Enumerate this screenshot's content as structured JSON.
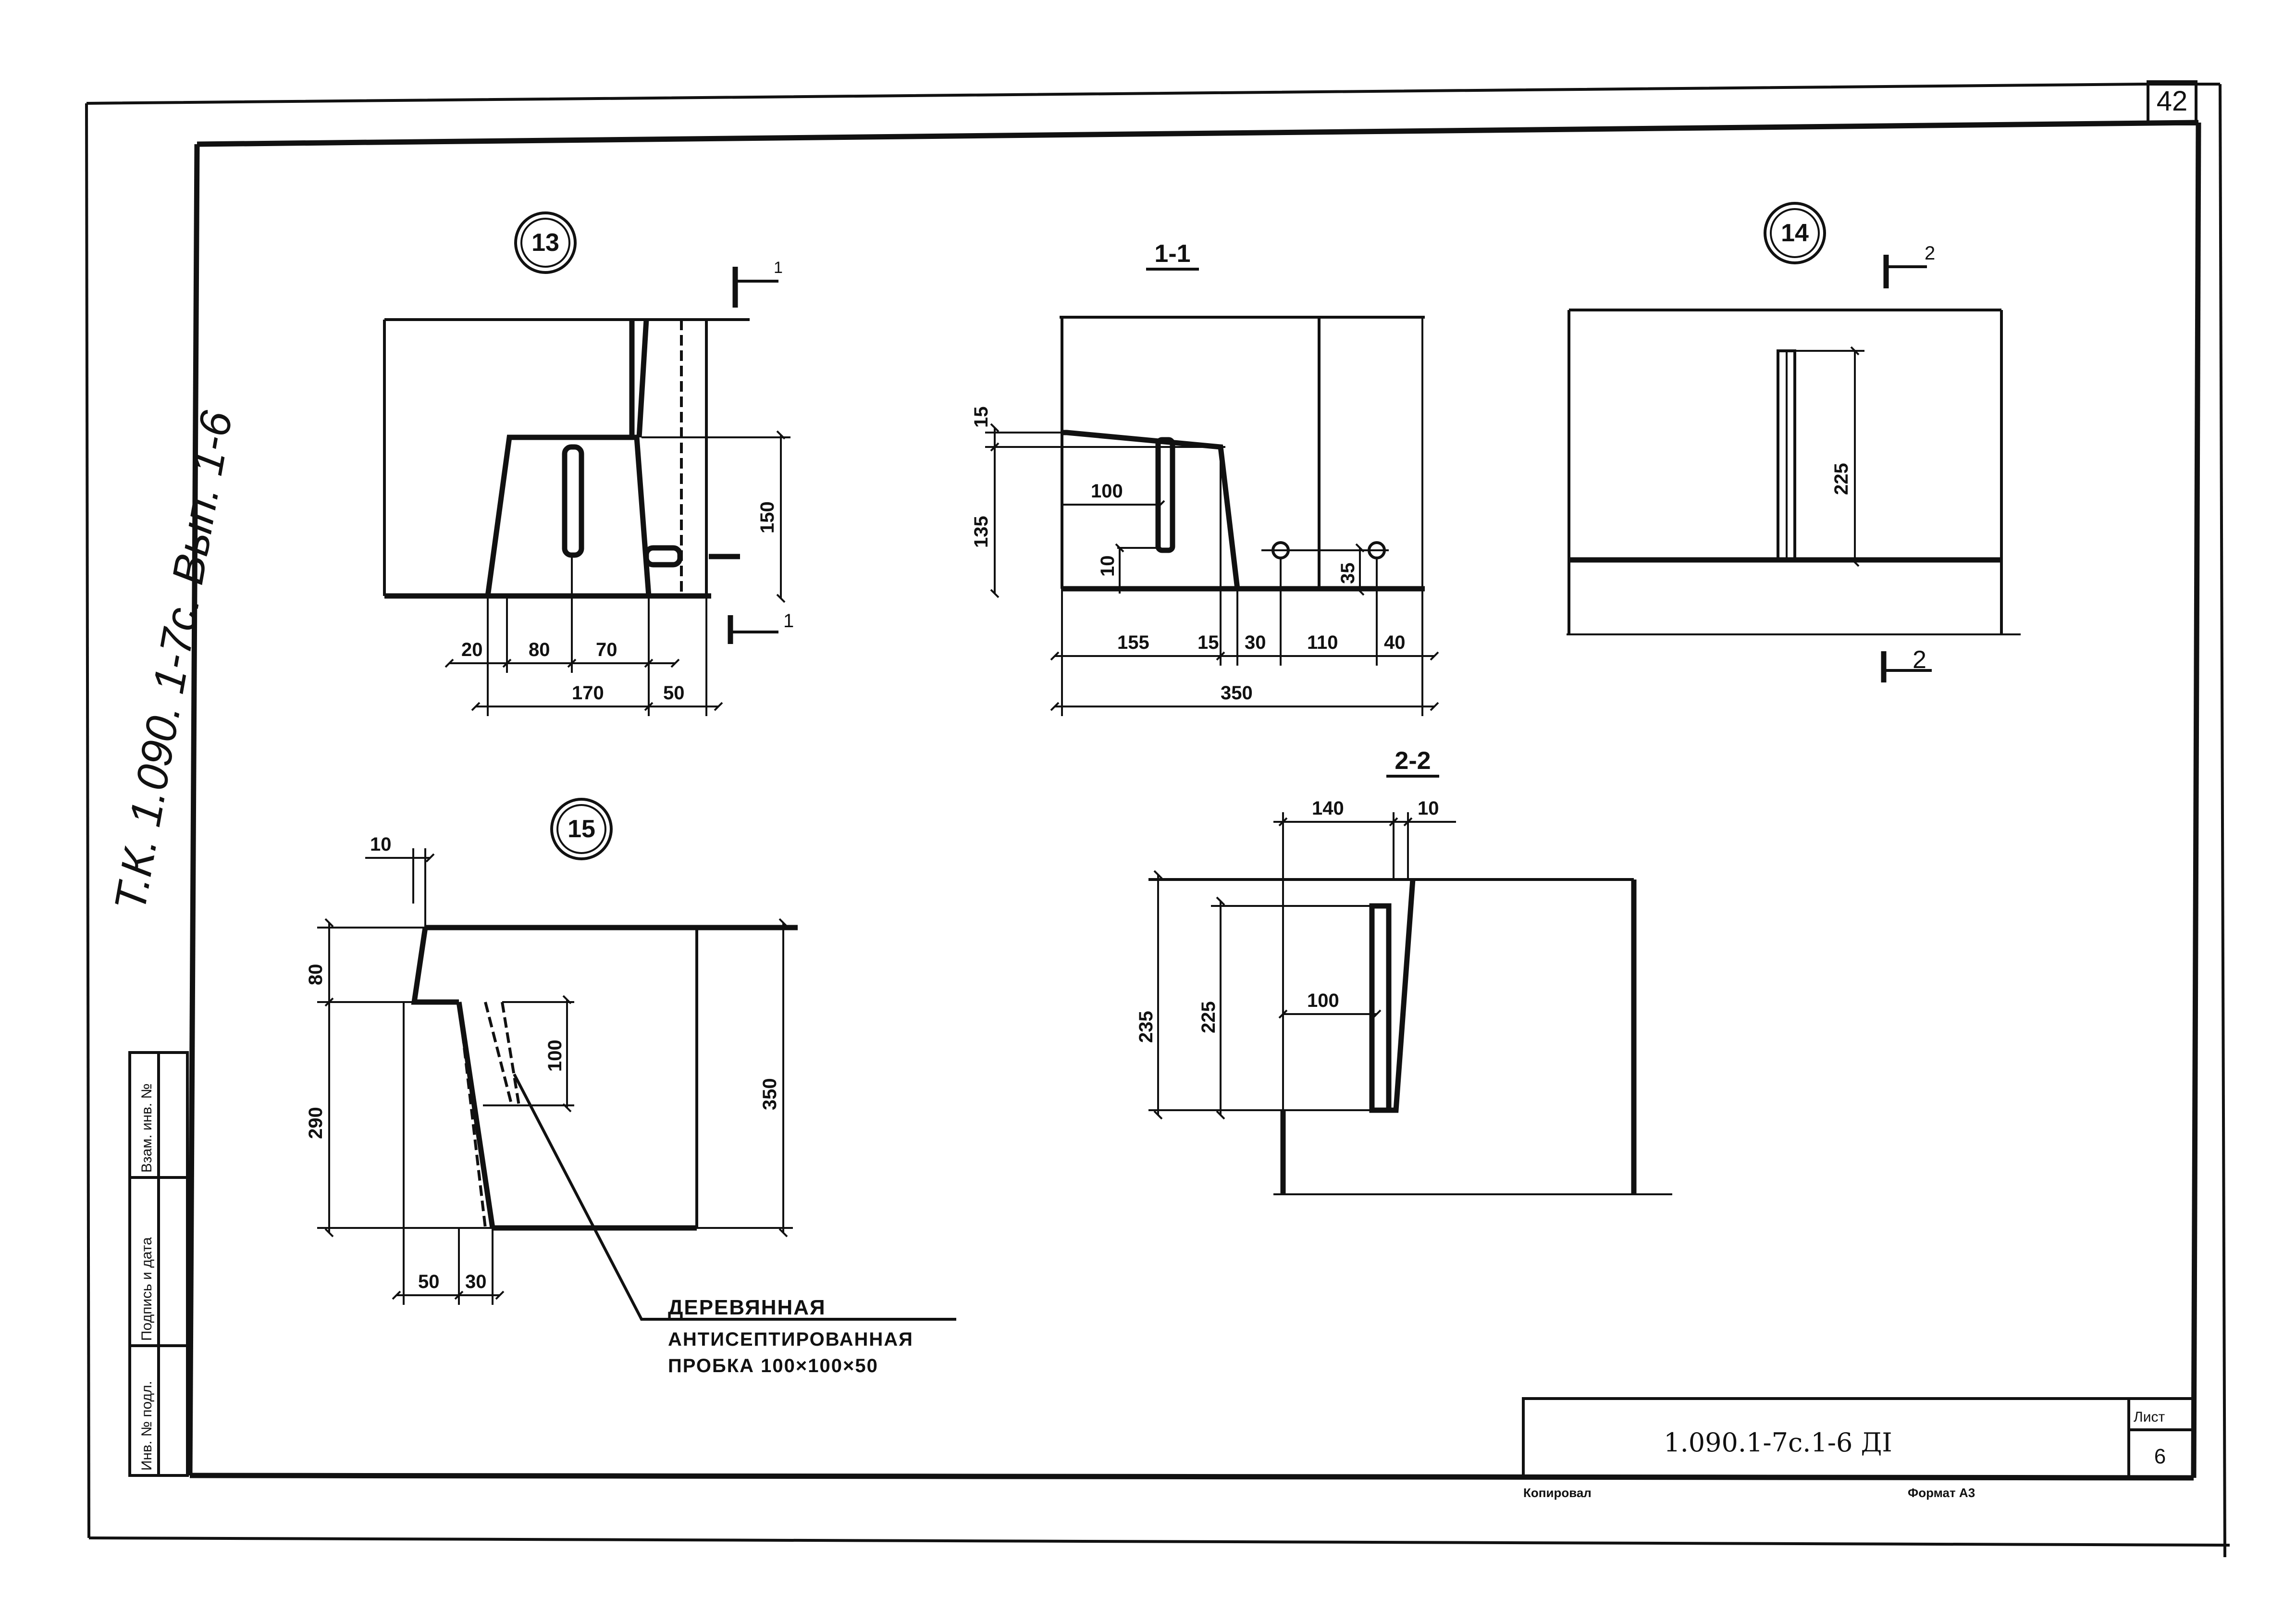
{
  "sheet": {
    "page_number": "42",
    "side_stamp": "Т.К. 1.090. 1-7с. Вып. 1-6",
    "stamp_cells": [
      "Инв. № подл.",
      "Подпись и дата",
      "Взам. инв. №"
    ],
    "doc_code": "1.090.1-7с.1-6 ДI",
    "sheet_label": "Лист",
    "sheet_number": "6",
    "copied_label": "Копировал",
    "format_label": "Формат А3"
  },
  "views": {
    "node13": {
      "number": "13",
      "cut_mark": "1",
      "dims": [
        "150",
        "20",
        "80",
        "70",
        "170",
        "50"
      ]
    },
    "section11": {
      "title": "1-1",
      "dims": [
        "15",
        "135",
        "100",
        "10",
        "35",
        "155",
        "15",
        "30",
        "110",
        "40",
        "350"
      ]
    },
    "node14": {
      "number": "14",
      "cut_mark": "2",
      "dims": [
        "225"
      ]
    },
    "node15": {
      "number": "15",
      "dims": [
        "10",
        "80",
        "290",
        "100",
        "350",
        "50",
        "30"
      ]
    },
    "section22": {
      "title": "2-2",
      "dims": [
        "140",
        "10",
        "235",
        "225",
        "100"
      ]
    }
  },
  "note": {
    "line1": "ДЕРЕВЯННАЯ",
    "line2": "АНТИСЕПТИРОВАННАЯ",
    "line3": "ПРОБКА 100×100×50"
  }
}
